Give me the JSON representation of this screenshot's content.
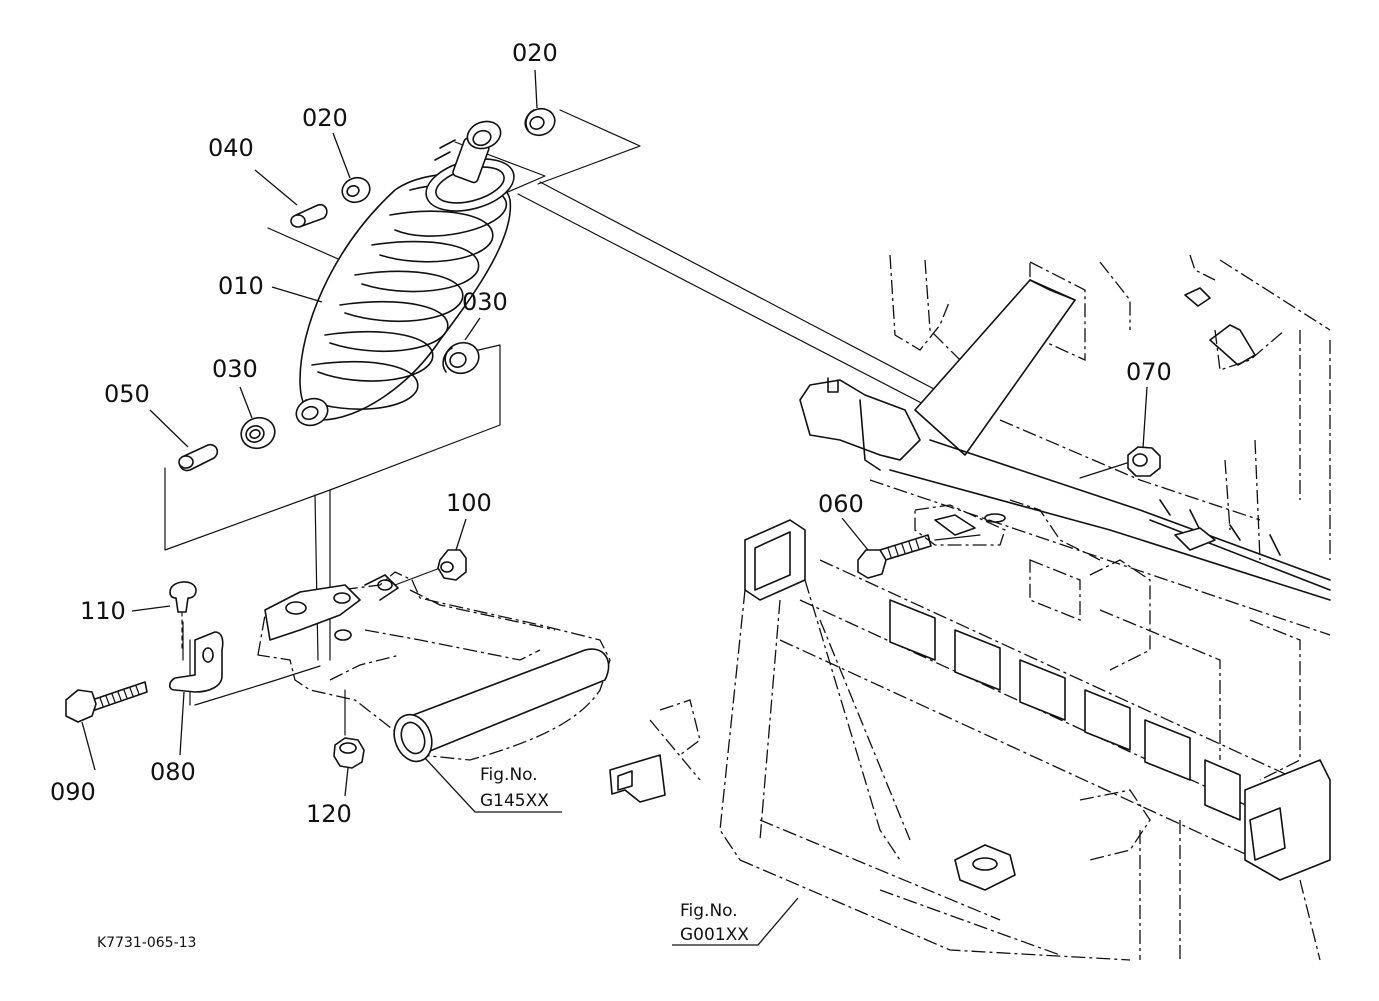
{
  "diagram": {
    "part_callouts": {
      "shock_absorber": "010",
      "collar_top_right": "020",
      "collar_top_left": "020",
      "collar_bottom_right": "030",
      "collar_bottom_left": "030",
      "pin_top": "040",
      "pin_bottom": "050",
      "bolt_frame": "060",
      "nut_frame": "070",
      "bracket": "080",
      "bolt_arm": "090",
      "nut_arm_top": "100",
      "bolt_arm_top": "110",
      "nut_arm_bottom": "120"
    },
    "figure_refs": {
      "lower_arm": {
        "label": "Fig.No.",
        "code": "G145XX"
      },
      "frame": {
        "label": "Fig.No.",
        "code": "G001XX"
      }
    },
    "doc_id": "K7731-065-13"
  }
}
